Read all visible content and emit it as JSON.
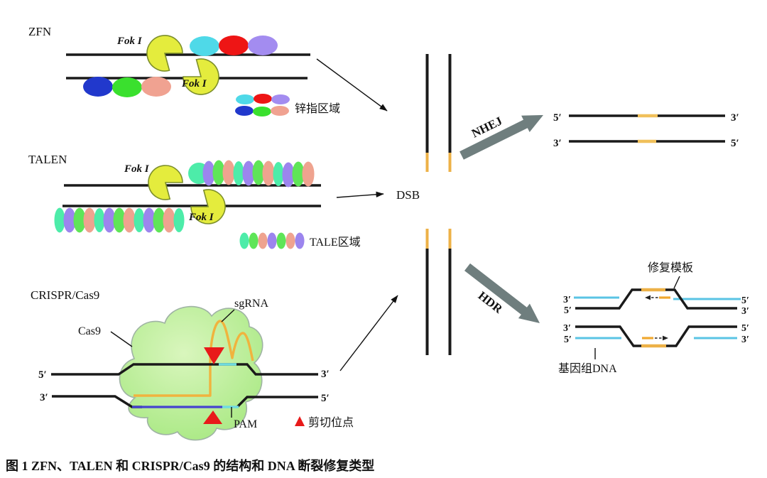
{
  "figure": {
    "type": "scientific-diagram",
    "topic": "Genome editing nucleases and DNA break repair pathways"
  },
  "labels": {
    "zfn": "ZFN",
    "talen": "TALEN",
    "crispr": "CRISPR/Cas9",
    "fok": "Fok I",
    "zinc_legend": "锌指区域",
    "tale_legend": "TALE区域",
    "dsb": "DSB",
    "nhej": "NHEJ",
    "hdr": "HDR",
    "cas9": "Cas9",
    "sgrna": "sgRNA",
    "pam": "PAM",
    "cut_site": "剪切位点",
    "template": "修复模板",
    "genomic": "基因组DNA",
    "five": "5′",
    "three": "3′",
    "caption": "图 1  ZFN、TALEN 和 CRISPR/Cas9 的结构和 DNA 断裂修复类型"
  },
  "colors": {
    "dna_black": "#1a1a1a",
    "break_orange": "#edb147",
    "sgrna_orange": "#f0b33e",
    "hdr_cyan_strand": "#5ac4e4",
    "crispr_blue_strand": "#4543cf",
    "crispr_cyan_segment": "#6fdbe0",
    "cut_site_red": "#e81a1a",
    "pathway_arrow_gray": "#6f7e7e",
    "fok_yellow": "#e4ec3d",
    "cas9_cloud_green": "#b4ea94",
    "zinc_finger_top": [
      "#4fd9e8",
      "#ee1515",
      "#a38cf0"
    ],
    "zinc_finger_bottom": [
      "#2138cc",
      "#3ae02e",
      "#f0a291"
    ],
    "tale_repeats": [
      "#4deca9",
      "#5fe558",
      "#efa38f",
      "#9c85ee"
    ]
  }
}
